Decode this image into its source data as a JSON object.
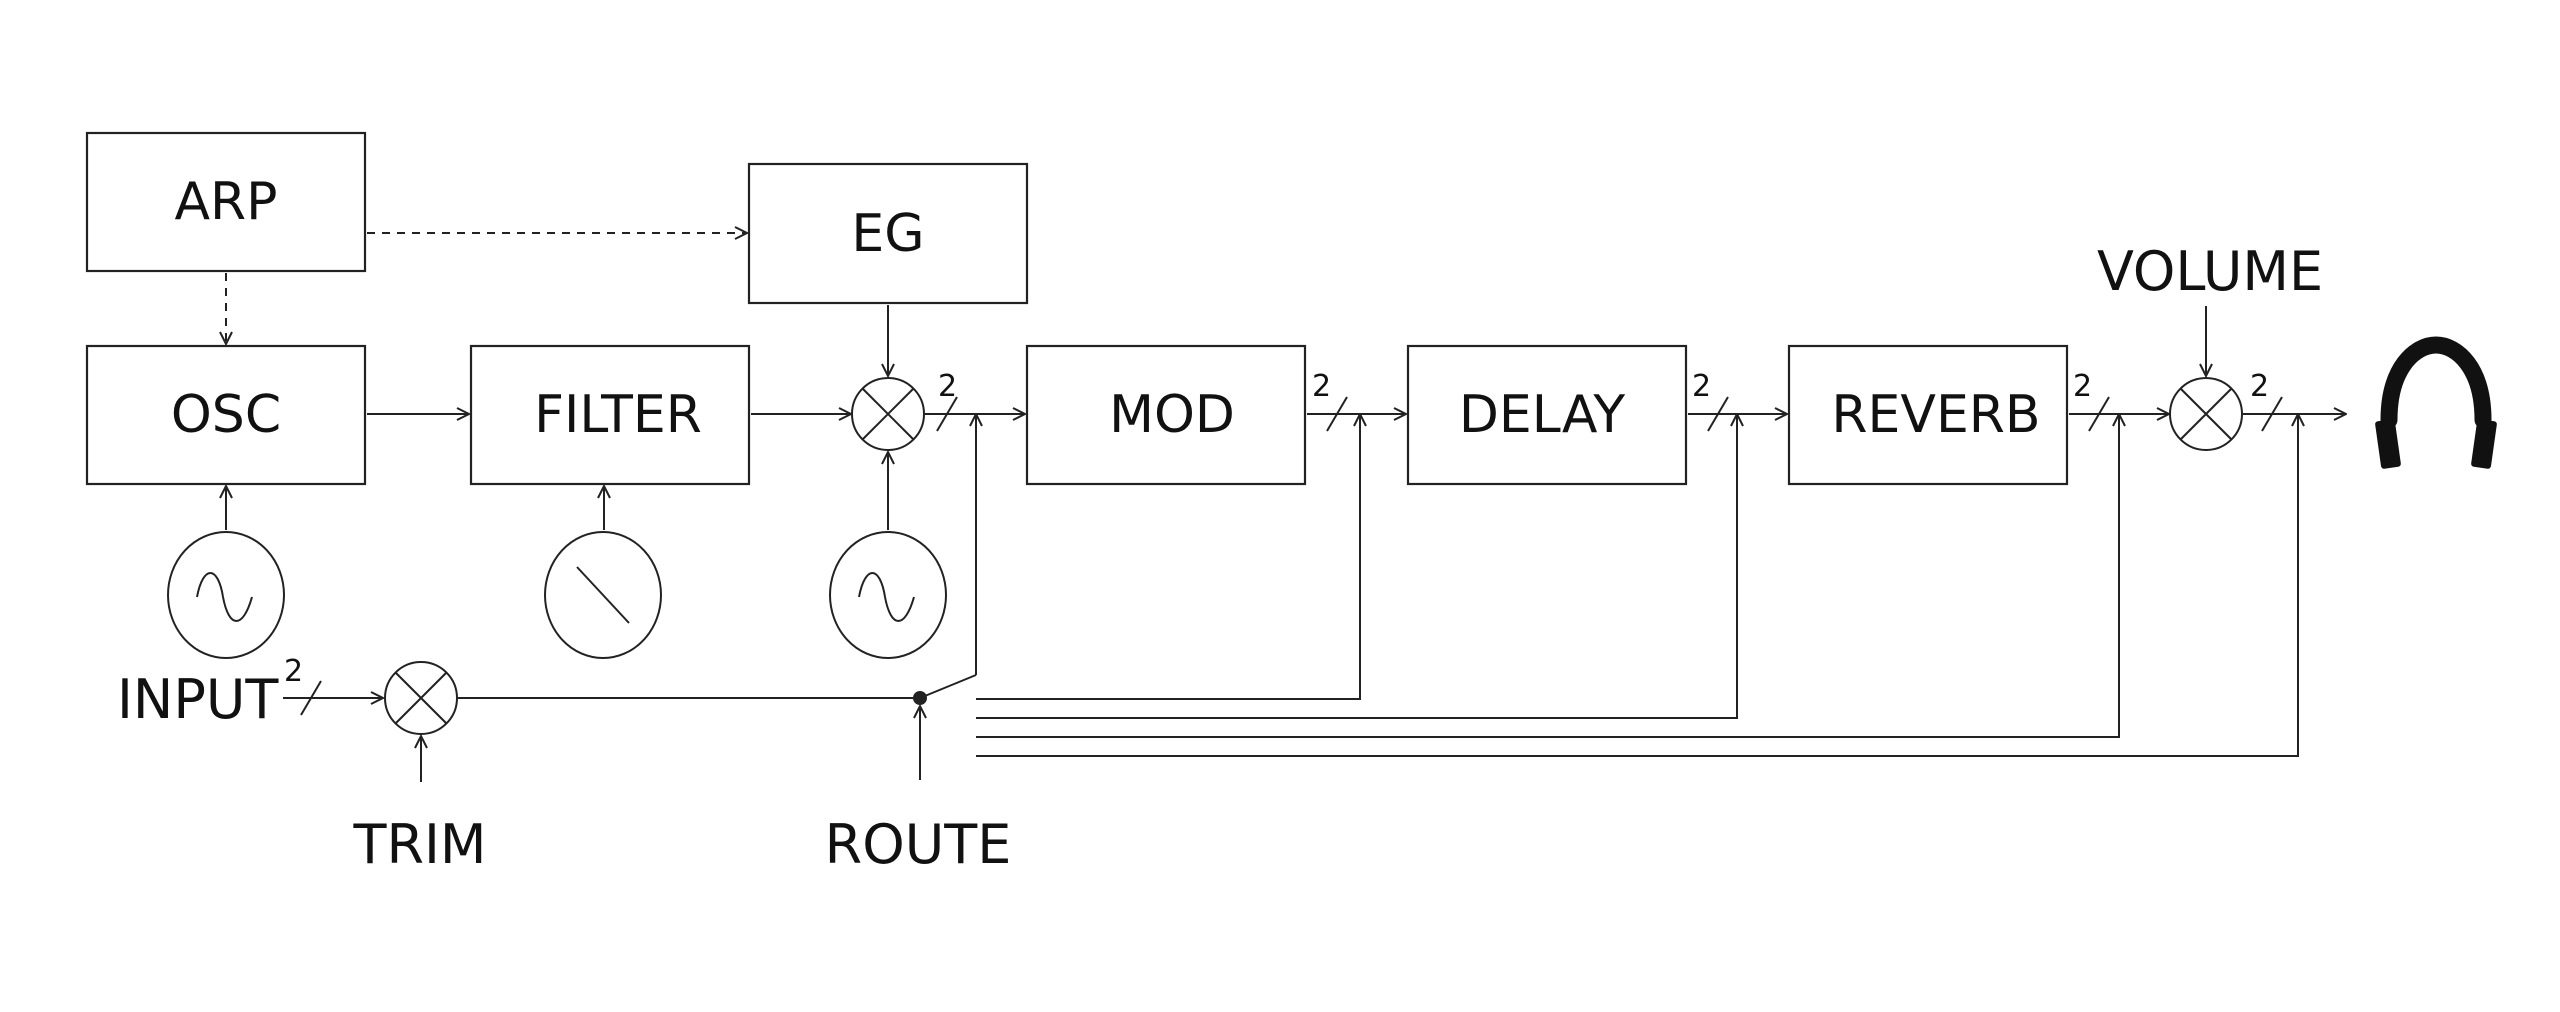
{
  "blocks": {
    "arp": "ARP",
    "eg": "EG",
    "osc": "OSC",
    "filter": "FILTER",
    "mod": "MOD",
    "delay": "DELAY",
    "reverb": "REVERB"
  },
  "labels": {
    "input": "INPUT",
    "trim": "TRIM",
    "route": "ROUTE",
    "volume": "VOLUME"
  },
  "channel_marks": {
    "eg_mixer_out": "2",
    "mod_out": "2",
    "delay_out": "2",
    "reverb_out": "2",
    "volume_out": "2",
    "input": "2"
  },
  "icons": {
    "osc_knob": "sine-wave-icon",
    "filter_knob": "slash-icon",
    "lfo_knob": "sine-wave-icon",
    "mixer": "multiply-cross-icon",
    "output": "headphones-icon"
  },
  "colors": {
    "ink": "#222222",
    "background": "#ffffff"
  }
}
